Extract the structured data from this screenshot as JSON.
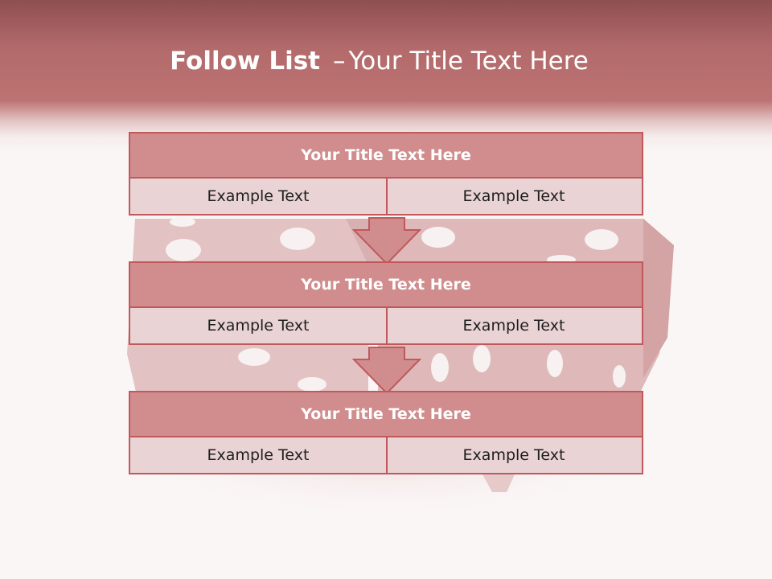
{
  "slide": {
    "title_bold": "Follow List",
    "title_separator": "–",
    "title_rest": "Your Title Text Here"
  },
  "blocks": [
    {
      "title": "Your Title Text Here",
      "left": "Example Text",
      "right": "Example Text"
    },
    {
      "title": "Your Title Text Here",
      "left": "Example Text",
      "right": "Example Text"
    },
    {
      "title": "Your Title Text Here",
      "left": "Example Text",
      "right": "Example Text"
    }
  ],
  "colors": {
    "header": "#bd7372",
    "block_title_fill": "#d18d8d",
    "block_cell_fill": "#e9d3d4",
    "border": "#c0585c",
    "arrow_fill": "#d18d8d"
  }
}
